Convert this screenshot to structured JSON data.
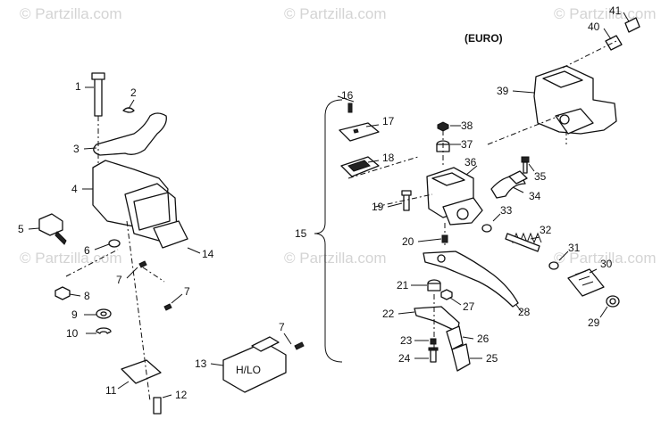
{
  "watermark": "© Partzilla.com",
  "euro_note": "(EURO)",
  "callouts": {
    "c1": "1",
    "c2": "2",
    "c3": "3",
    "c4": "4",
    "c5": "5",
    "c6": "6",
    "c7a": "7",
    "c7b": "7",
    "c7c": "7",
    "c8": "8",
    "c9": "9",
    "c10": "10",
    "c11": "11",
    "c12": "12",
    "c13": "13",
    "c14": "14",
    "c15": "15",
    "c16": "16",
    "c17": "17",
    "c18": "18",
    "c19": "19",
    "c20": "20",
    "c21": "21",
    "c22": "22",
    "c23": "23",
    "c24": "24",
    "c25": "25",
    "c26": "26",
    "c27": "27",
    "c28": "28",
    "c29": "29",
    "c30": "30",
    "c31": "31",
    "c32": "32",
    "c33": "33",
    "c34": "34",
    "c35": "35",
    "c36": "36",
    "c37": "37",
    "c38": "38",
    "c39": "39",
    "c40": "40",
    "c41": "41"
  },
  "switch_marking": "H/LO"
}
